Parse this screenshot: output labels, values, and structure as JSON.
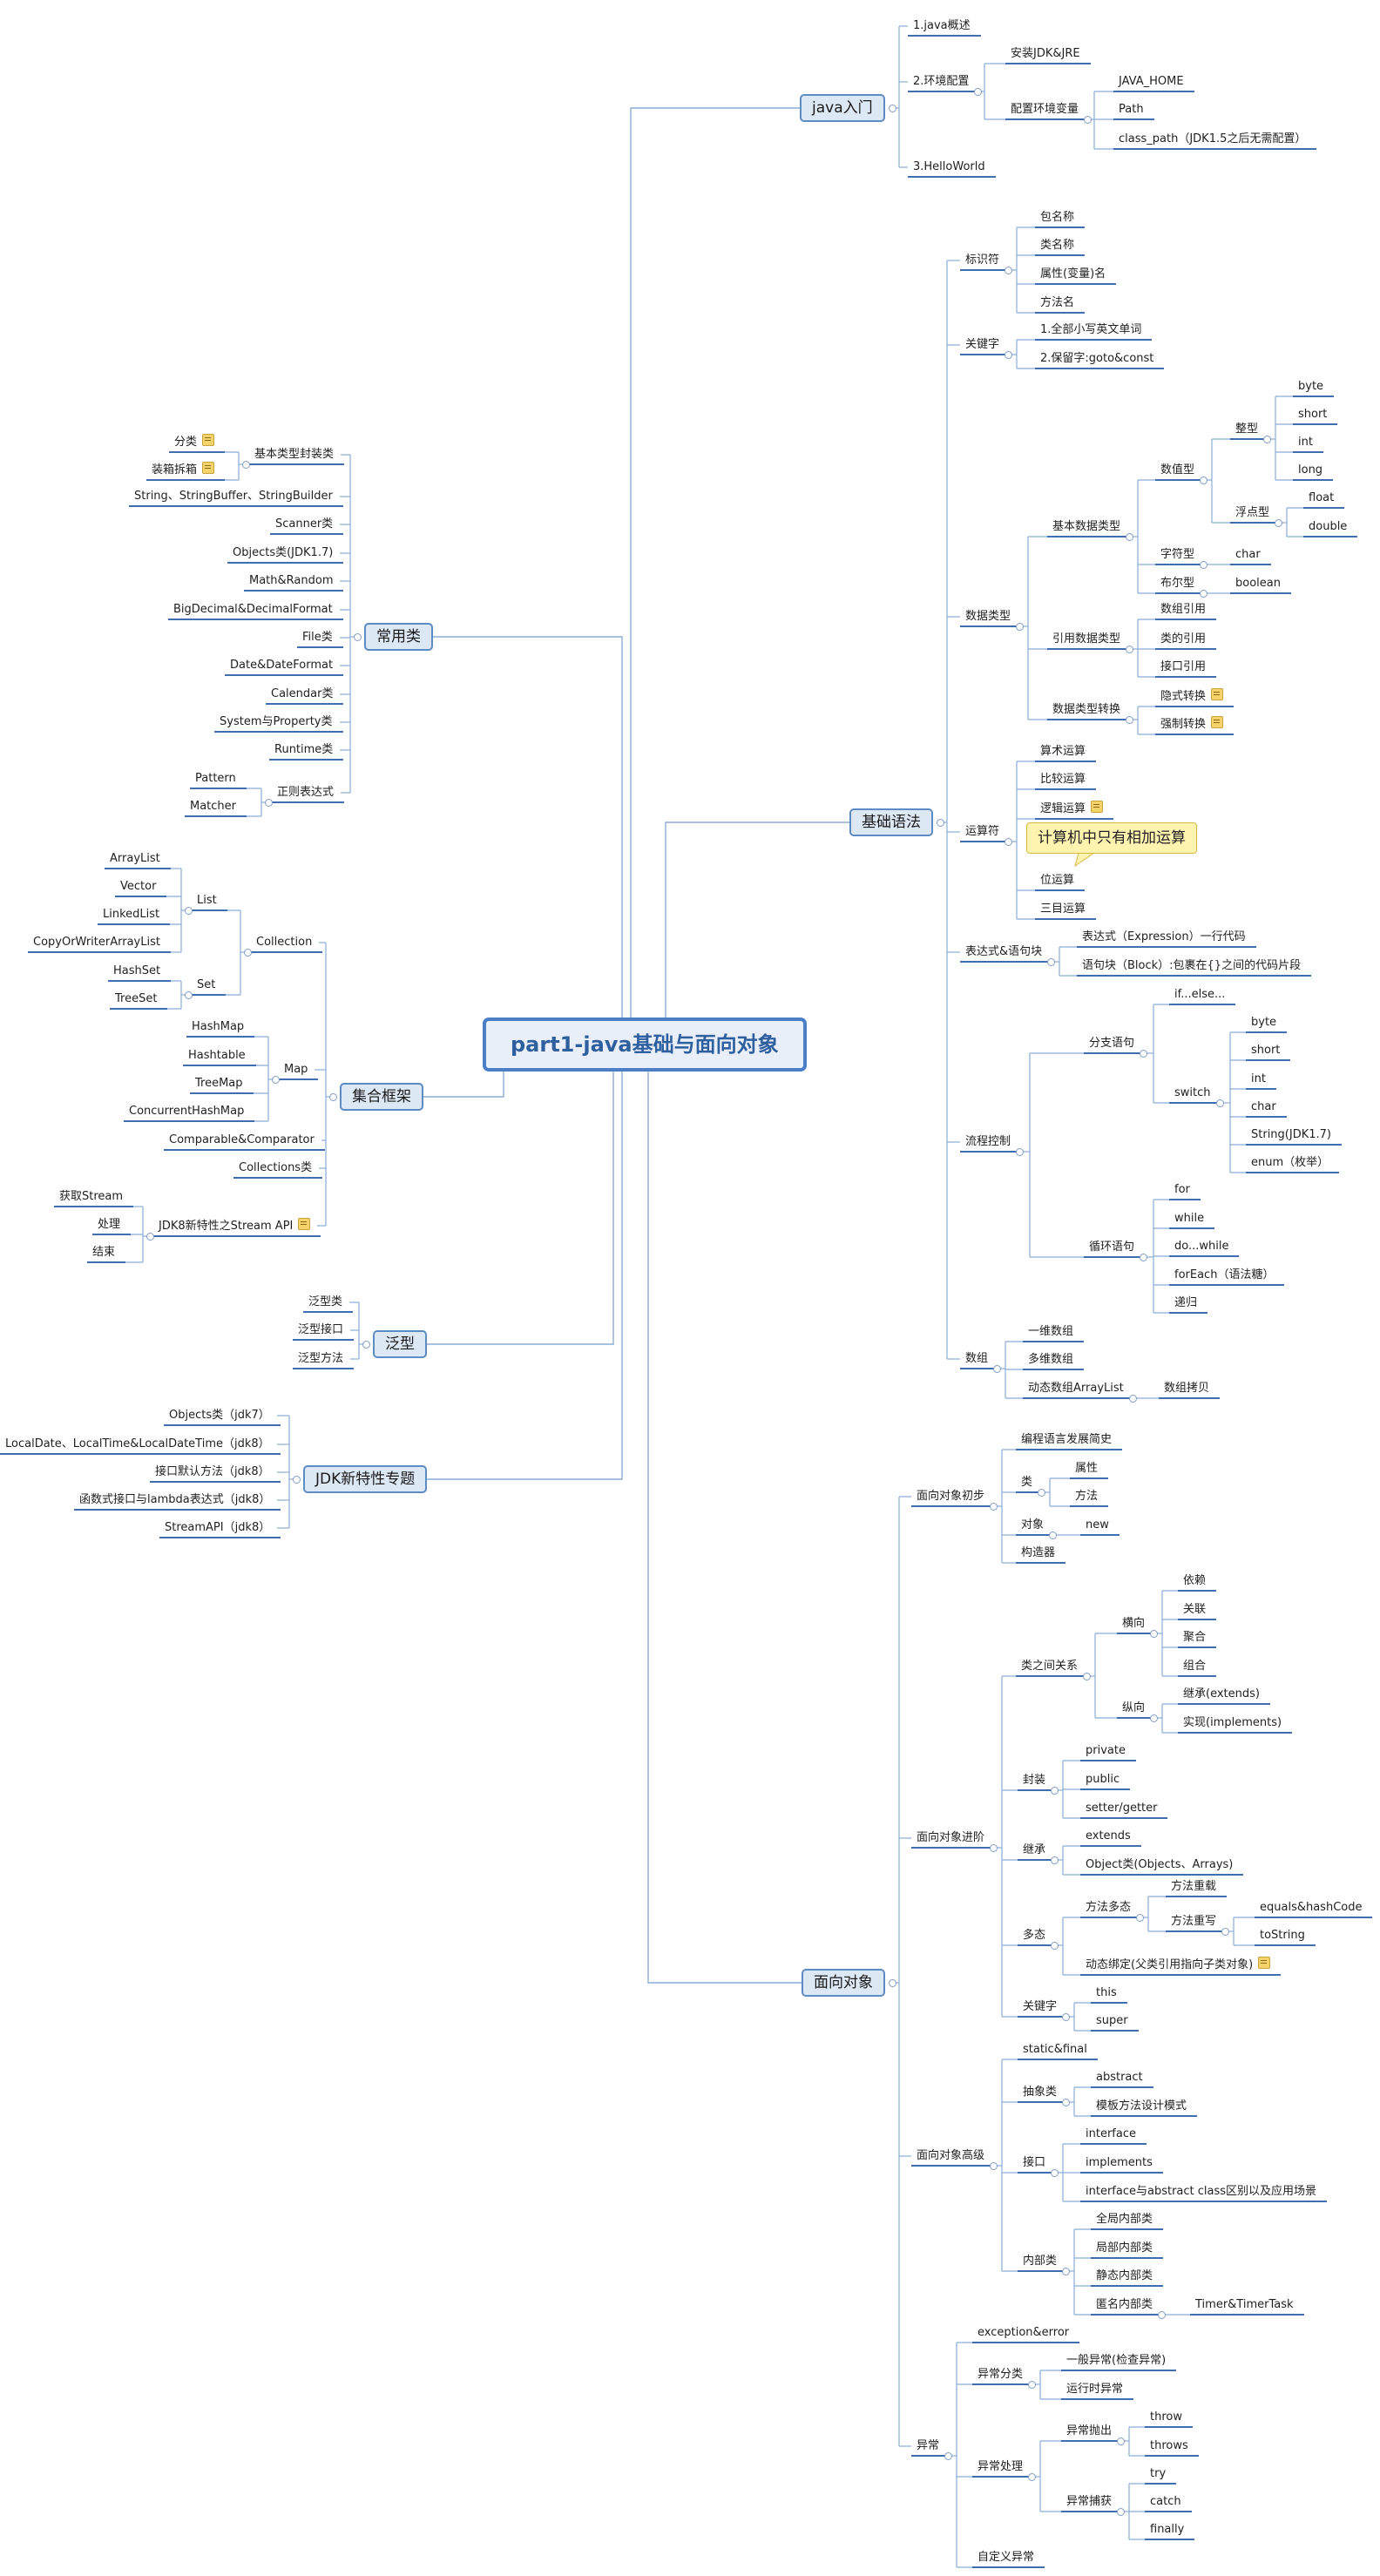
{
  "title": "part1-java基础与面向对象",
  "colors": {
    "line": "#8aaed6",
    "box_fill": "#dde8f5",
    "box_border": "#5d8bc4",
    "underline": "#3f6fb0",
    "callout": "#fff3b0"
  },
  "tree": {
    "java_intro": {
      "label": "java入门",
      "items": [
        "1.java概述",
        "2.环境配置",
        "3.HelloWorld"
      ],
      "env": [
        "安装JDK&JRE",
        "配置环境变量"
      ],
      "env_vars": [
        "JAVA_HOME",
        "Path",
        "class_path（JDK1.5之后无需配置）"
      ]
    },
    "basic_syntax": {
      "label": "基础语法",
      "identifier": {
        "label": "标识符",
        "items": [
          "包名称",
          "类名称",
          "属性(变量)名",
          "方法名"
        ]
      },
      "keyword": {
        "label": "关键字",
        "items": [
          "1.全部小写英文单词",
          "2.保留字:goto&const"
        ]
      },
      "datatype": {
        "label": "数据类型",
        "primitive": "基本数据类型",
        "numeric": "数值型",
        "integer": "整型",
        "integer_items": [
          "byte",
          "short",
          "int",
          "long"
        ],
        "float": "浮点型",
        "float_items": [
          "float",
          "double"
        ],
        "char_type": "字符型",
        "char_item": "char",
        "bool_type": "布尔型",
        "bool_item": "boolean",
        "reference": "引用数据类型",
        "reference_items": [
          "数组引用",
          "类的引用",
          "接口引用"
        ],
        "conversion": "数据类型转换",
        "conversion_items": [
          "隐式转换",
          "强制转换"
        ]
      },
      "operator": {
        "label": "运算符",
        "items": [
          "算术运算",
          "比较运算",
          "逻辑运算",
          "位运算",
          "三目运算"
        ],
        "callout": "计算机中只有相加运算"
      },
      "expression": {
        "label": "表达式&语句块",
        "items": [
          "表达式（Expression）一行代码",
          "语句块（Block）:包裹在{}之间的代码片段"
        ]
      },
      "flow": {
        "label": "流程控制",
        "branch": "分支语句",
        "ifelse": "if...else...",
        "switch": "switch",
        "switch_items": [
          "byte",
          "short",
          "int",
          "char",
          "String(JDK1.7)",
          "enum（枚举）"
        ],
        "loop": "循环语句",
        "loop_items": [
          "for",
          "while",
          "do...while",
          "forEach（语法糖）",
          "递归"
        ]
      },
      "array": {
        "label": "数组",
        "items": [
          "一维数组",
          "多维数组",
          "动态数组ArrayList"
        ],
        "copy": "数组拷贝"
      }
    },
    "oop": {
      "label": "面向对象",
      "intro": {
        "label": "面向对象初步",
        "history": "编程语言发展简史",
        "class_label": "类",
        "class_items": [
          "属性",
          "方法"
        ],
        "object_label": "对象",
        "object_item": "new",
        "constructor": "构造器"
      },
      "advanced": {
        "label": "面向对象进阶",
        "relation": "类之间关系",
        "horizontal": "横向",
        "horizontal_items": [
          "依赖",
          "关联",
          "聚合",
          "组合"
        ],
        "vertical": "纵向",
        "vertical_items": [
          "继承(extends)",
          "实现(implements)"
        ],
        "encapsulation": "封装",
        "encapsulation_items": [
          "private",
          "public",
          "setter/getter"
        ],
        "inheritance": "继承",
        "inheritance_items": [
          "extends",
          "Object类(Objects、Arrays)"
        ],
        "polymorphism": "多态",
        "method_poly": "方法多态",
        "overload": "方法重载",
        "override": "方法重写",
        "override_items": [
          "equals&hashCode",
          "toString"
        ],
        "dynamic_binding": "动态绑定(父类引用指向子类对象)",
        "keyword": "关键字",
        "keyword_items": [
          "this",
          "super"
        ]
      },
      "senior": {
        "label": "面向对象高级",
        "static_final": "static&final",
        "abstract_class": "抽象类",
        "abstract_items": [
          "abstract",
          "模板方法设计模式"
        ],
        "interface": "接口",
        "interface_items": [
          "interface",
          "implements",
          "interface与abstract class区别以及应用场景"
        ],
        "inner": "内部类",
        "inner_items": [
          "全局内部类",
          "局部内部类",
          "静态内部类",
          "匿名内部类"
        ],
        "timer": "Timer&TimerTask"
      },
      "exception": {
        "label": "异常",
        "exception_error": "exception&error",
        "category": "异常分类",
        "category_items": [
          "一般异常(检查异常)",
          "运行时异常"
        ],
        "handling": "异常处理",
        "throwing": "异常抛出",
        "throwing_items": [
          "throw",
          "throws"
        ],
        "catching": "异常捕获",
        "catching_items": [
          "try",
          "catch",
          "finally"
        ],
        "custom": "自定义异常"
      }
    },
    "common": {
      "label": "常用类",
      "wrapper": "基本类型封装类",
      "wrapper_items": [
        "分类",
        "装箱拆箱"
      ],
      "items": [
        "String、StringBuffer、StringBuilder",
        "Scanner类",
        "Objects类(JDK1.7)",
        "Math&Random",
        "BigDecimal&DecimalFormat",
        "File类",
        "Date&DateFormat",
        "Calendar类",
        "System与Property类",
        "Runtime类"
      ],
      "regex": "正则表达式",
      "regex_items": [
        "Pattern",
        "Matcher"
      ]
    },
    "collections": {
      "label": "集合框架",
      "collection": "Collection",
      "list": "List",
      "list_items": [
        "ArrayList",
        "Vector",
        "LinkedList",
        "CopyOrWriterArrayList"
      ],
      "set": "Set",
      "set_items": [
        "HashSet",
        "TreeSet"
      ],
      "map": "Map",
      "map_items": [
        "HashMap",
        "Hashtable",
        "TreeMap",
        "ConcurrentHashMap"
      ],
      "comparable": "Comparable&Comparator",
      "collections_class": "Collections类",
      "stream": "JDK8新特性之Stream API",
      "stream_items": [
        "获取Stream",
        "处理",
        "结束"
      ]
    },
    "generics": {
      "label": "泛型",
      "items": [
        "泛型类",
        "泛型接口",
        "泛型方法"
      ]
    },
    "jdk_new": {
      "label": "JDK新特性专题",
      "items": [
        "Objects类（jdk7）",
        "LocalDate、LocalTime&LocalDateTime（jdk8）",
        "接口默认方法（jdk8）",
        "函数式接口与lambda表达式（jdk8）",
        "StreamAPI（jdk8）"
      ]
    }
  }
}
